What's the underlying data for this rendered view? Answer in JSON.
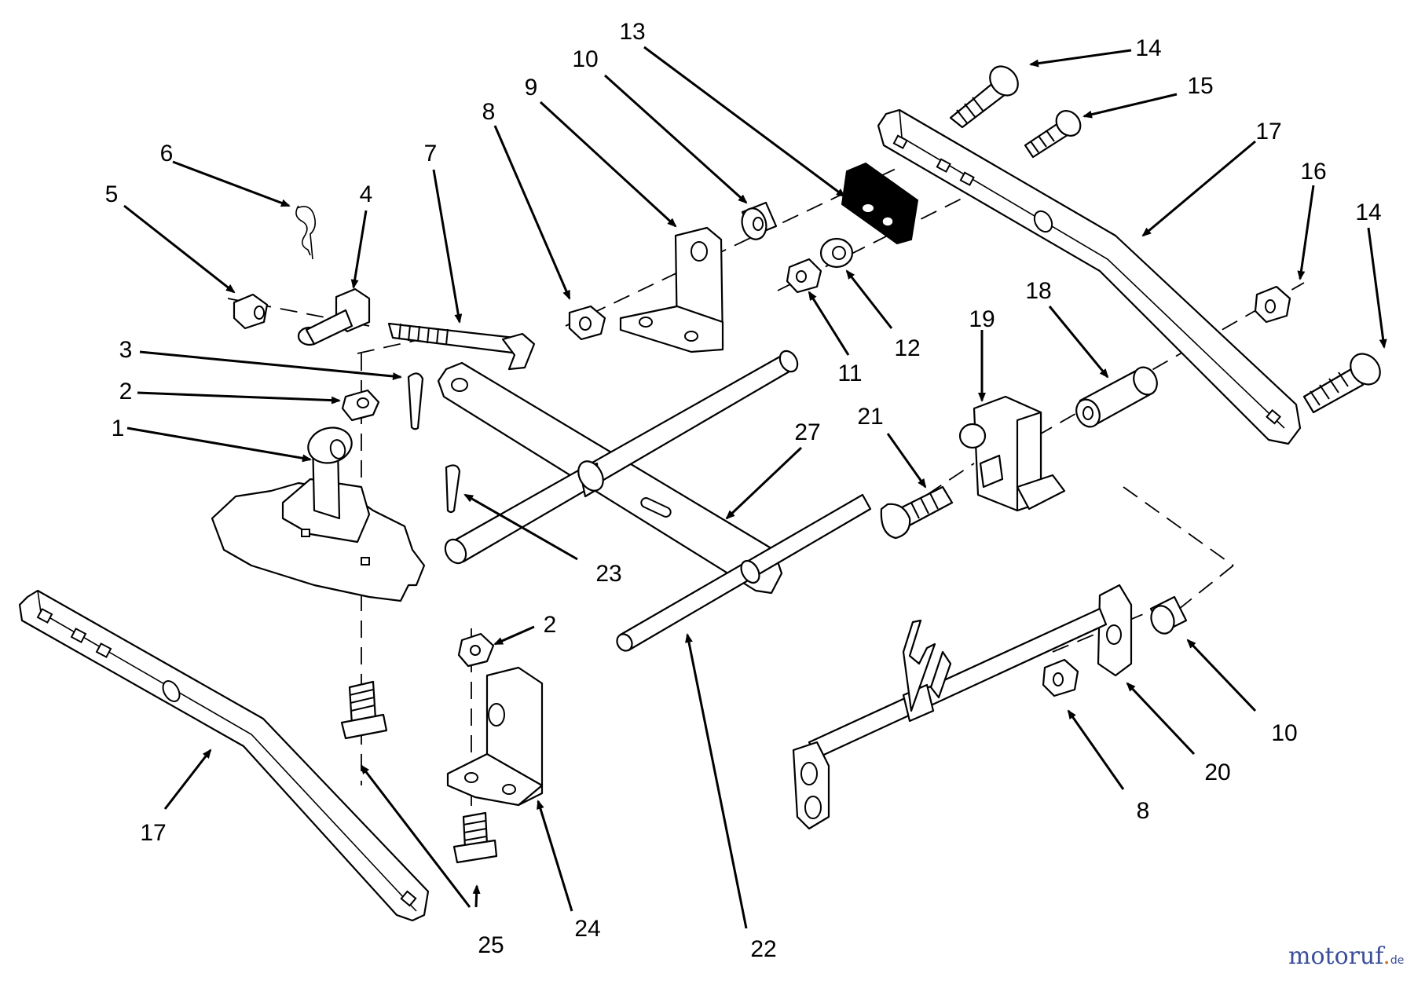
{
  "watermark": {
    "main": "motoruf",
    "dot": ".",
    "tld": "de"
  },
  "callouts": [
    {
      "id": "c1",
      "label": "1"
    },
    {
      "id": "c2a",
      "label": "2"
    },
    {
      "id": "c2b",
      "label": "2"
    },
    {
      "id": "c3",
      "label": "3"
    },
    {
      "id": "c4",
      "label": "4"
    },
    {
      "id": "c5",
      "label": "5"
    },
    {
      "id": "c6",
      "label": "6"
    },
    {
      "id": "c7",
      "label": "7"
    },
    {
      "id": "c8a",
      "label": "8"
    },
    {
      "id": "c8b",
      "label": "8"
    },
    {
      "id": "c9",
      "label": "9"
    },
    {
      "id": "c10a",
      "label": "10"
    },
    {
      "id": "c10b",
      "label": "10"
    },
    {
      "id": "c11",
      "label": "11"
    },
    {
      "id": "c12",
      "label": "12"
    },
    {
      "id": "c13",
      "label": "13"
    },
    {
      "id": "c14a",
      "label": "14"
    },
    {
      "id": "c14b",
      "label": "14"
    },
    {
      "id": "c15",
      "label": "15"
    },
    {
      "id": "c16",
      "label": "16"
    },
    {
      "id": "c17a",
      "label": "17"
    },
    {
      "id": "c17b",
      "label": "17"
    },
    {
      "id": "c18",
      "label": "18"
    },
    {
      "id": "c19",
      "label": "19"
    },
    {
      "id": "c20",
      "label": "20"
    },
    {
      "id": "c21",
      "label": "21"
    },
    {
      "id": "c22",
      "label": "22"
    },
    {
      "id": "c23",
      "label": "23"
    },
    {
      "id": "c24",
      "label": "24"
    },
    {
      "id": "c25",
      "label": "25"
    },
    {
      "id": "c27",
      "label": "27"
    }
  ]
}
